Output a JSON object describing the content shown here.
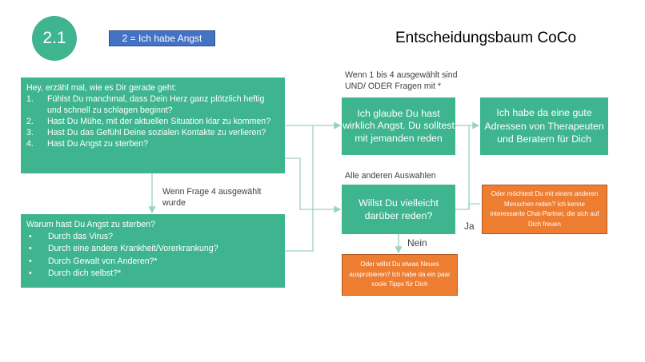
{
  "colors": {
    "green": "#3fb58f",
    "circle": "#3fb58f",
    "tag": "#4472c4",
    "orange": "#ed7d31",
    "connector": "#9bd3c0"
  },
  "badge": "2.1",
  "tag": "2 = Ich habe Angst",
  "title": "Entscheidungsbaum CoCo",
  "main_box": {
    "intro": "Hey, erzähl mal, wie es Dir gerade geht:",
    "items": [
      {
        "n": "1.",
        "t": "Fühlst Du manchmal, dass Dein Herz ganz plötzlich heftig und schnell zu schlagen beginnt?"
      },
      {
        "n": "2.",
        "t": "Hast Du Mühe, mit der aktuellen Situation klar zu kommen?"
      },
      {
        "n": "3.",
        "t": "Hast Du das Gefühl Deine sozialen Kontakte zu verlieren?"
      },
      {
        "n": "4.",
        "t": "Hast Du Angst zu sterben?"
      }
    ]
  },
  "q4_box": {
    "intro": "Warum hast Du Angst zu sterben?",
    "items": [
      "Durch das Virus?",
      "Durch eine andere Krankheit/Vorerkrankung?",
      "Durch Gewalt von Anderen?*",
      "Durch dich selbst?*"
    ]
  },
  "labels": {
    "frage4": "Wenn Frage 4 ausgewählt wurde",
    "wenn1bis4_line1": "Wenn 1 bis 4 ausgewählt sind",
    "wenn1bis4_line2": "UND/ ODER Fragen mit *",
    "alle_anderen": "Alle anderen  Auswahlen",
    "ja": "Ja",
    "nein": "Nein"
  },
  "boxes": {
    "angst": "Ich glaube Du hast wirklich Angst. Du solltest mit jemanden reden",
    "adressen": "Ich habe da eine gute Adressen von Therapeuten und Beratern für Dich",
    "reden": "Willst Du vielleicht darüber reden?",
    "mensch": "Oder möchtest Du mit einem anderen Menschen reden? Ich kenne interessante Chat-Partner, die sich auf Dich freuen",
    "neues": "Oder willst Du etwas Neues ausprobieren? Ich habe da ein paar coole Tipps für Dich"
  }
}
